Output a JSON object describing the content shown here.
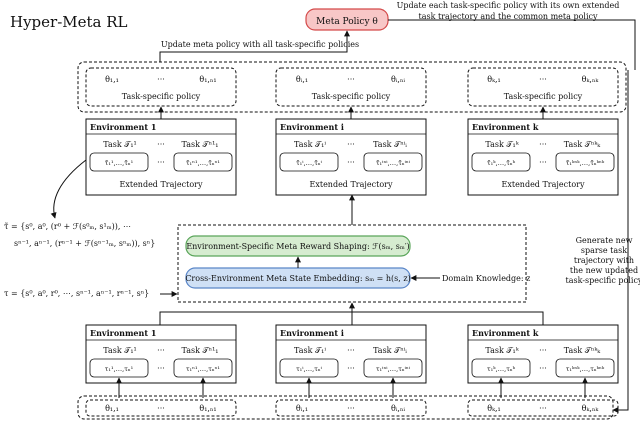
{
  "title": "Hyper-Meta RL",
  "meta_policy": {
    "label": "Meta Policy θ",
    "fill": "#f8c7c7",
    "stroke": "#d44a4a"
  },
  "notes": {
    "top_right_line1": "Update each task-specific policy with its own extended",
    "top_right_line2": "task trajectory and the common meta policy",
    "update_meta": "Update meta policy with all task-specific policies",
    "right_side": [
      "Generate new",
      "sparse task",
      "trajectory with",
      "the new updated",
      "task-specific policy"
    ]
  },
  "policy_groups": [
    {
      "left": "θ₁,₁",
      "right": "θ₁,ₙ₁",
      "label": "Task-specific policy"
    },
    {
      "left": "θᵢ,₁",
      "right": "θᵢ,ₙᵢ",
      "label": "Task-specific policy"
    },
    {
      "left": "θₖ,₁",
      "right": "θₖ,ₙₖ",
      "label": "Task-specific policy"
    }
  ],
  "env_top": [
    {
      "name": "Environment 1",
      "task_left": "Task 𝒯₁¹",
      "task_right": "Task 𝒯ⁿ¹₁",
      "traj_left": "τ̃₁¹,…,τ̃ₙ¹",
      "traj_right": "τ̃₁ⁿ¹,…,τ̃ₙⁿ¹",
      "footer": "Extended Trajectory"
    },
    {
      "name": "Environment i",
      "task_left": "Task 𝒯₁ⁱ",
      "task_right": "Task 𝒯ⁿⁱᵢ",
      "traj_left": "τ̃₁ⁱ,…,τ̃ₙⁱ",
      "traj_right": "τ̃₁ⁱⁿⁱ,…,τ̃ₙⁱⁿⁱ",
      "footer": "Extended Trajectory"
    },
    {
      "name": "Environment k",
      "task_left": "Task 𝒯₁ᵏ",
      "task_right": "Task 𝒯ⁿᵏₖ",
      "traj_left": "τ̃₁ᵏ,…,τ̃ₙᵏ",
      "traj_right": "τ̃₁ᵏⁿᵏ,…,τ̃ₙᵏⁿᵏ",
      "footer": "Extended Trajectory"
    }
  ],
  "env_bottom": [
    {
      "name": "Environment 1",
      "task_left": "Task 𝒯₁¹",
      "task_right": "Task 𝒯ⁿ¹₁",
      "traj_left": "τ₁¹,…,τₙ¹",
      "traj_right": "τ₁ⁿ¹,…,τₙⁿ¹"
    },
    {
      "name": "Environment i",
      "task_left": "Task 𝒯₁ⁱ",
      "task_right": "Task 𝒯ⁿⁱᵢ",
      "traj_left": "τ₁ⁱ,…,τₙⁱ",
      "traj_right": "τ₁ⁱⁿⁱ,…,τₙⁱⁿⁱ"
    },
    {
      "name": "Environment k",
      "task_left": "Task 𝒯₁ᵏ",
      "task_right": "Task 𝒯ⁿᵏₖ",
      "traj_left": "τ₁ᵏ,…,τₙᵏ",
      "traj_right": "τ₁ᵏⁿᵏ,…,τₙᵏⁿᵏ"
    }
  ],
  "bottom_policies": [
    {
      "left": "θ₁,₁",
      "right": "θ₁,ₙ₁"
    },
    {
      "left": "θᵢ,₁",
      "right": "θᵢ,ₙᵢ"
    },
    {
      "left": "θₖ,₁",
      "right": "θₖ,ₙₖ"
    }
  ],
  "ellipsis": "···",
  "reward_shaping": {
    "label": "Environment-Specific Meta Reward Shaping: ℱ(sₘ, sₘ′)",
    "fill": "#d6ecd0",
    "stroke": "#5aa55a"
  },
  "state_embedding": {
    "label": "Cross-Environment Meta State Embedding: sₘ = h(s, z)",
    "fill": "#cfe0f5",
    "stroke": "#5a86c8"
  },
  "domain_knowledge": "Domain Knowledge: z",
  "equations": {
    "ext_line1": "τ̃ = {s⁰, a⁰, (r⁰ + ℱ(s⁰ₘ, s¹ₘ)), ⋯",
    "ext_line2": "sⁿ⁻¹, aⁿ⁻¹, (rⁿ⁻¹ + ℱ(sⁿ⁻¹ₘ, sⁿₘ)), sⁿ}",
    "sparse": "τ = {s⁰, a⁰, r⁰, ⋯, sⁿ⁻¹, aⁿ⁻¹, rⁿ⁻¹, sⁿ}"
  }
}
